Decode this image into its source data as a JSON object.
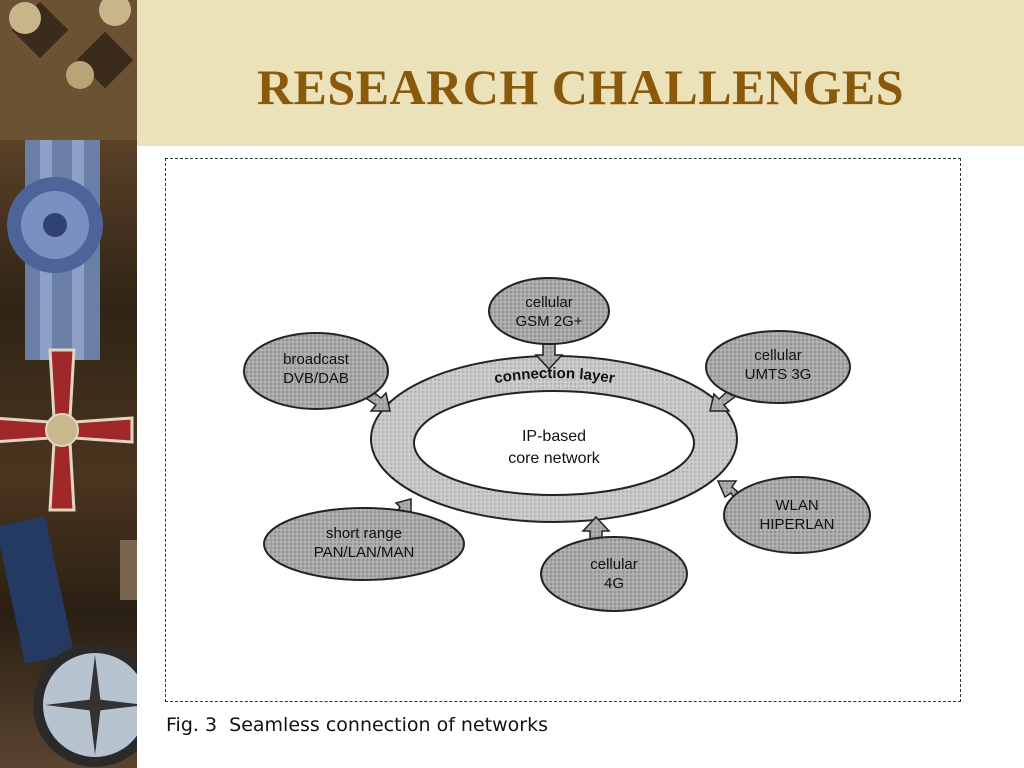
{
  "title": "RESEARCH CHALLENGES",
  "figure": {
    "caption": "Fig. 3  Seamless connection of networks",
    "ring_label": "connection layer",
    "core_lines": [
      "IP-based",
      "core network"
    ],
    "nodes": [
      {
        "id": "gsm",
        "lines": [
          "cellular",
          "GSM 2G+"
        ]
      },
      {
        "id": "umts",
        "lines": [
          "cellular",
          "UMTS 3G"
        ]
      },
      {
        "id": "broadcast",
        "lines": [
          "broadcast",
          "DVB/DAB"
        ]
      },
      {
        "id": "wlan",
        "lines": [
          "WLAN",
          "HIPERLAN"
        ]
      },
      {
        "id": "short-range",
        "lines": [
          "short range",
          "PAN/LAN/MAN"
        ]
      },
      {
        "id": "4g",
        "lines": [
          "cellular",
          "4G"
        ]
      }
    ]
  },
  "colors": {
    "title": "#8a5a0c",
    "title_band": "#ebe2ba",
    "node_fill": "#a9a9a9",
    "ring_fill": "#c8c8c8"
  }
}
